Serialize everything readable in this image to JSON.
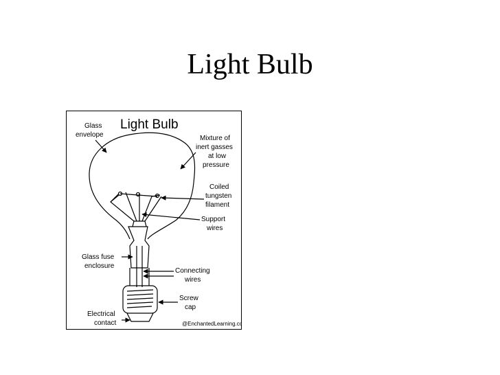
{
  "slide": {
    "title": "Light Bulb"
  },
  "diagram": {
    "title": "Light Bulb",
    "labels": {
      "glass_envelope": [
        "Glass",
        "envelope"
      ],
      "mixture": [
        "Mixture of",
        "inert gasses",
        "at low",
        "pressure"
      ],
      "coiled_filament": [
        "Coiled",
        "tungsten",
        "filament"
      ],
      "support_wires": [
        "Support",
        "wires"
      ],
      "glass_fuse": [
        "Glass fuse",
        "enclosure"
      ],
      "connecting_wires": [
        "Connecting",
        "wires"
      ],
      "screw_cap": [
        "Screw",
        "cap"
      ],
      "electrical_contact": [
        "Electrical",
        "contact"
      ]
    },
    "copyright": "@EnchantedLearning.com"
  }
}
